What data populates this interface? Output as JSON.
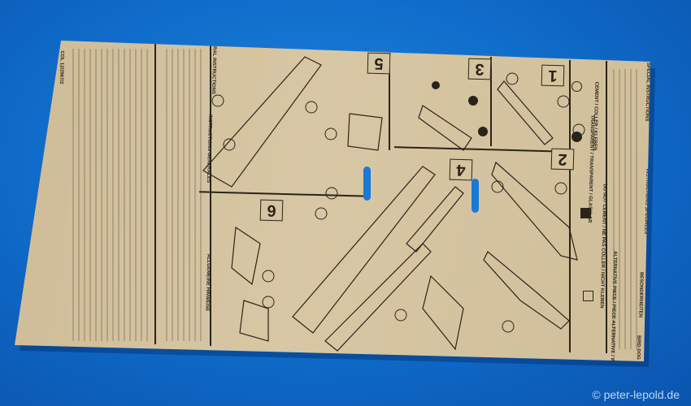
{
  "sheet": {
    "title": "BIRD DOG",
    "steps": [
      "1",
      "2",
      "3",
      "4",
      "5",
      "6"
    ],
    "legend": {
      "cement": "CEMENT / COLLER / KLEBEN",
      "transparent": "TRANSPARENT / TRANSPARENT / GLASKLAR",
      "do_not_cement": "DO NOT CEMENT / NE PAS COLLER / NICHT KLEBEN",
      "alternative": "ALTERNATIVE PIECE / PIECE ALTERNATIVE / WECHSELTEILE"
    },
    "headings": {
      "special": "SPECIAL INSTRUCTIONS",
      "special_fr": "INSTRUCTIONS SPECIALES",
      "special_de": "BESONDERHEITEN",
      "general_de": "ALLGEMEINE HINWEISE",
      "general_fr": "INSTRUCTIONS GENERALES",
      "general_en": "GENERAL INSTRUCTIONS"
    },
    "code": "COL 12/2967/2"
  },
  "watermark": "© peter-lepold.de",
  "colors": {
    "background": "#1272d2",
    "paper": "#d3c29f",
    "ink": "#2a2418"
  }
}
